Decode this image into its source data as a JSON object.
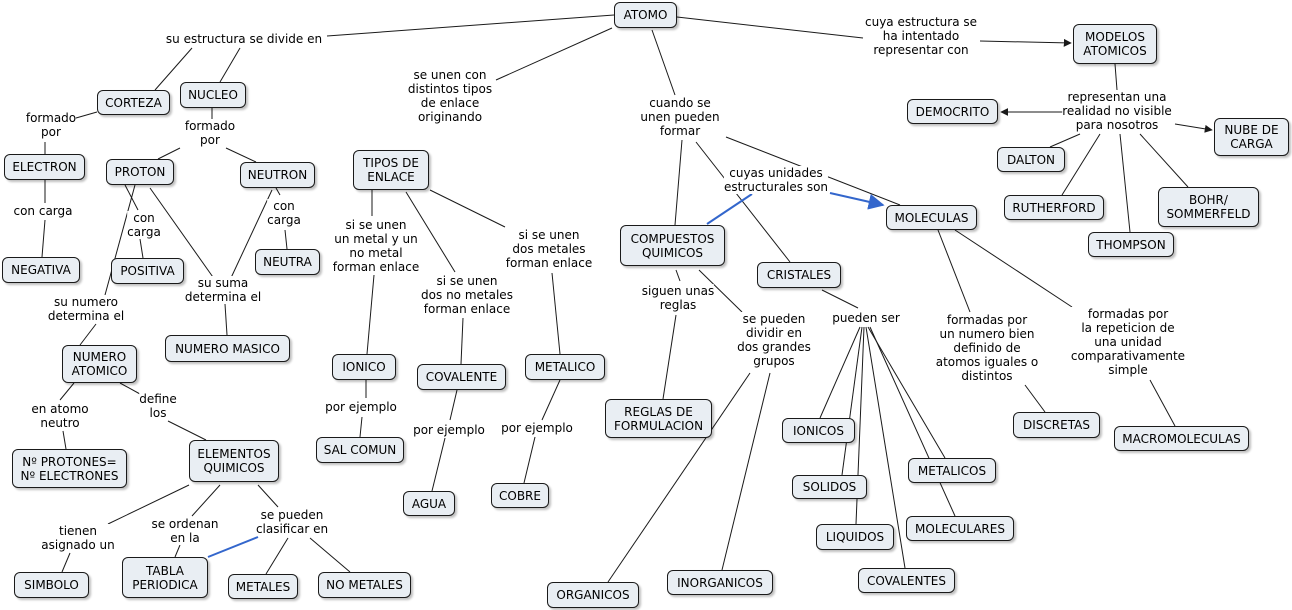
{
  "colors": {
    "line": "#1a1a1a",
    "highlight": "#3366cc",
    "node_fill": "#e9eef3"
  },
  "nodes": {
    "atomo": "ATOMO",
    "corteza": "CORTEZA",
    "nucleo": "NUCLEO",
    "electron": "ELECTRON",
    "negativa": "NEGATIVA",
    "proton": "PROTON",
    "neutron": "NEUTRON",
    "positiva": "POSITIVA",
    "neutra": "NEUTRA",
    "numero_masico": "NUMERO MASICO",
    "numero_atomico": "NUMERO\nATOMICO",
    "protones_electrones": "Nº PROTONES=\nNº ELECTRONES",
    "elementos_quimicos": "ELEMENTOS\nQUIMICOS",
    "simbolo": "SIMBOLO",
    "tabla_periodica": "TABLA\nPERIODICA",
    "metales": "METALES",
    "no_metales": "NO METALES",
    "tipos_enlace": "TIPOS DE\nENLACE",
    "ionico": "IONICO",
    "sal_comun": "SAL COMUN",
    "covalente": "COVALENTE",
    "agua": "AGUA",
    "metalico": "METALICO",
    "cobre": "COBRE",
    "compuestos_quimicos": "COMPUESTOS\nQUIMICOS",
    "reglas_formulacion": "REGLAS DE\nFORMULACION",
    "organicos": "ORGANICOS",
    "inorganicos": "INORGANICOS",
    "cristales": "CRISTALES",
    "ionicos": "IONICOS",
    "solidos": "SOLIDOS",
    "liquidos": "LIQUIDOS",
    "covalentes": "COVALENTES",
    "metalicos": "METALICOS",
    "moleculares": "MOLECULARES",
    "moleculas": "MOLECULAS",
    "discretas": "DISCRETAS",
    "macromoleculas": "MACROMOLECULAS",
    "modelos_atomicos": "MODELOS\nATOMICOS",
    "democrito": "DEMOCRITO",
    "nube_carga": "NUBE DE\nCARGA",
    "dalton": "DALTON",
    "rutherford": "RUTHERFORD",
    "thompson": "THOMPSON",
    "bohr": "BOHR/\nSOMMERFELD"
  },
  "links": {
    "estructura_divide": "su estructura se divide en",
    "formado_por_corteza": "formado\npor",
    "formado_por_nucleo": "formado\npor",
    "con_carga_electron": "con carga",
    "con_carga_proton": "con\ncarga",
    "con_carga_neutron": "con\ncarga",
    "su_suma": "su suma\ndetermina el",
    "su_numero": "su numero\ndetermina el",
    "en_atomo_neutro": "en atomo\nneutro",
    "define_los": "define\nlos",
    "tienen_asignado": "tienen\nasignado un",
    "se_ordenan": "se ordenan\nen la",
    "se_pueden_clasificar": "se pueden\nclasificar en",
    "se_unen_distintos": "se unen con\ndistintos tipos\nde  enlace\noriginando",
    "metal_no_metal": "si se unen\nun metal y un\nno metal\nforman enlace",
    "dos_no_metales": "si se unen\ndos no metales\nforman enlace",
    "dos_metales": "si se unen\ndos metales\nforman enlace",
    "por_ejemplo_ionico": "por ejemplo",
    "por_ejemplo_covalente": "por ejemplo",
    "por_ejemplo_metalico": "por ejemplo",
    "cuando_se_unen": "cuando se\nunen pueden\nformar",
    "cuyas_unidades": "cuyas unidades\nestructurales son",
    "siguen_reglas": "siguen unas\nreglas",
    "dos_grandes_grupos": "se pueden\ndividir en\ndos grandes\ngrupos",
    "pueden_ser": "pueden ser",
    "formadas_numero": "formadas por\nun numero bien\ndefinido de\natomos iguales o\ndistintos",
    "formadas_repeticion": "formadas por\nla repeticion de\nuna unidad\ncomparativamente\nsimple",
    "estructura_representar": "cuya estructura se\nha intentado\nrepresentar con",
    "representan_realidad": "representan una\nrealidad no visible\npara nosotros"
  }
}
